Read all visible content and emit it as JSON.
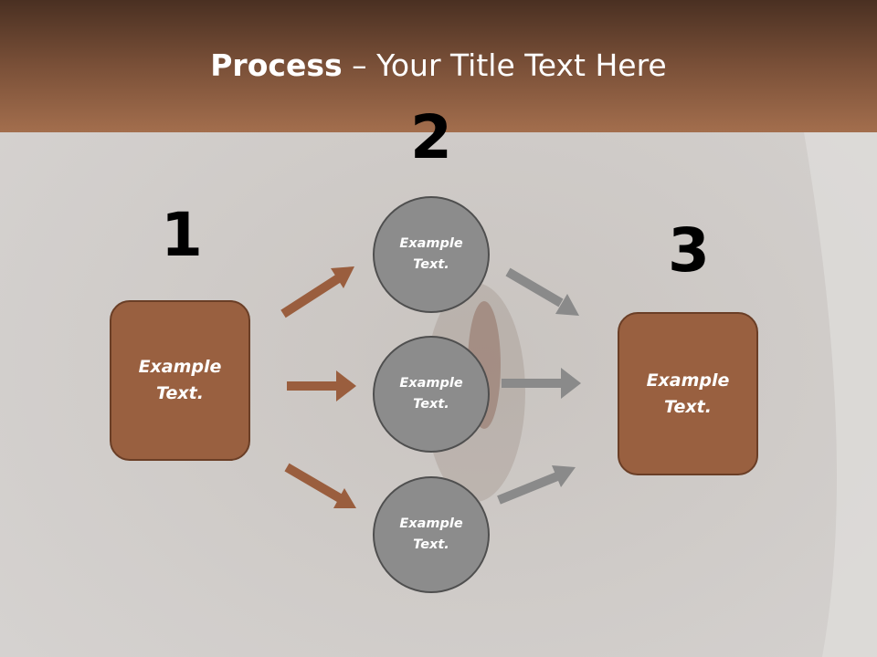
{
  "slide": {
    "title_bold": "Process",
    "title_rest": " – Your Title Text Here"
  },
  "colors": {
    "header_dark": "#4a3022",
    "header_light": "#a36e4d",
    "box_fill": "#996040",
    "circle_fill": "#8c8c8c",
    "arrow_brown": "#9a5e3e",
    "arrow_gray": "#8a8a8a"
  },
  "steps": {
    "one": {
      "number": "1",
      "text": "Example\nText."
    },
    "two": {
      "number": "2"
    },
    "three": {
      "number": "3",
      "text": "Example\nText."
    }
  },
  "circles": [
    {
      "text": "Example\nText."
    },
    {
      "text": "Example\nText."
    },
    {
      "text": "Example\nText."
    }
  ]
}
